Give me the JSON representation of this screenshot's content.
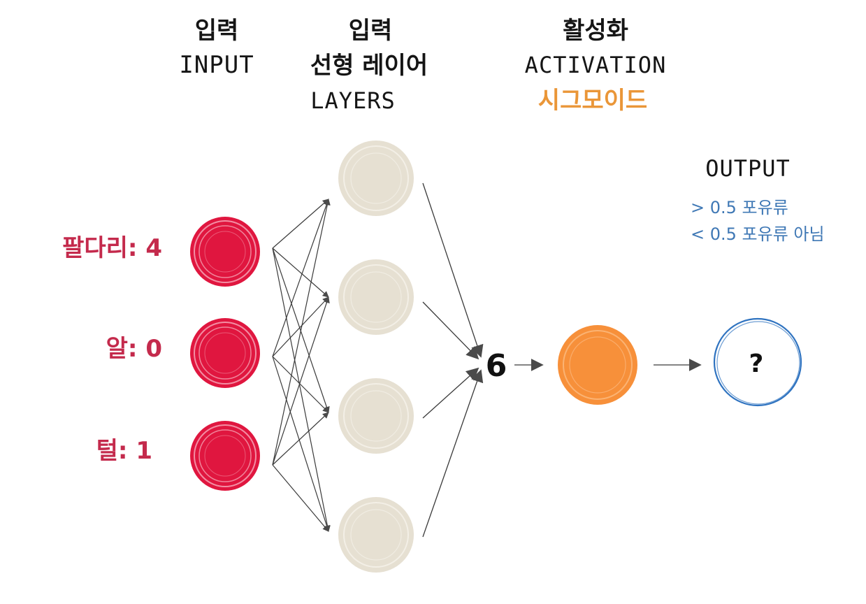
{
  "headers": {
    "input_ko": "입력",
    "input_en": "INPUT",
    "layer_ko_1": "입력",
    "layer_ko_2": "선형 레이어",
    "layer_en": "LAYERS",
    "activation_ko": "활성화",
    "activation_en": "ACTIVATION",
    "activation_fn": "시그모이드",
    "output_en": "OUTPUT"
  },
  "inputs": [
    {
      "label": "팔다리: 4"
    },
    {
      "label": "알: 0"
    },
    {
      "label": "털: 1"
    }
  ],
  "hidden_layer": {
    "node_count": 4
  },
  "sum_value": "6",
  "output_notes": [
    "> 0.5 포유류",
    "< 0.5 포유류 아님"
  ],
  "output_value": "?",
  "colors": {
    "input_node": "#e0163f",
    "hidden_node": "#e6e0d2",
    "activation_node": "#f7903a",
    "output_ring": "#2f73c0",
    "activation_text": "#ea9638",
    "input_text": "#c42a4c",
    "note_text": "#3f78b5"
  }
}
